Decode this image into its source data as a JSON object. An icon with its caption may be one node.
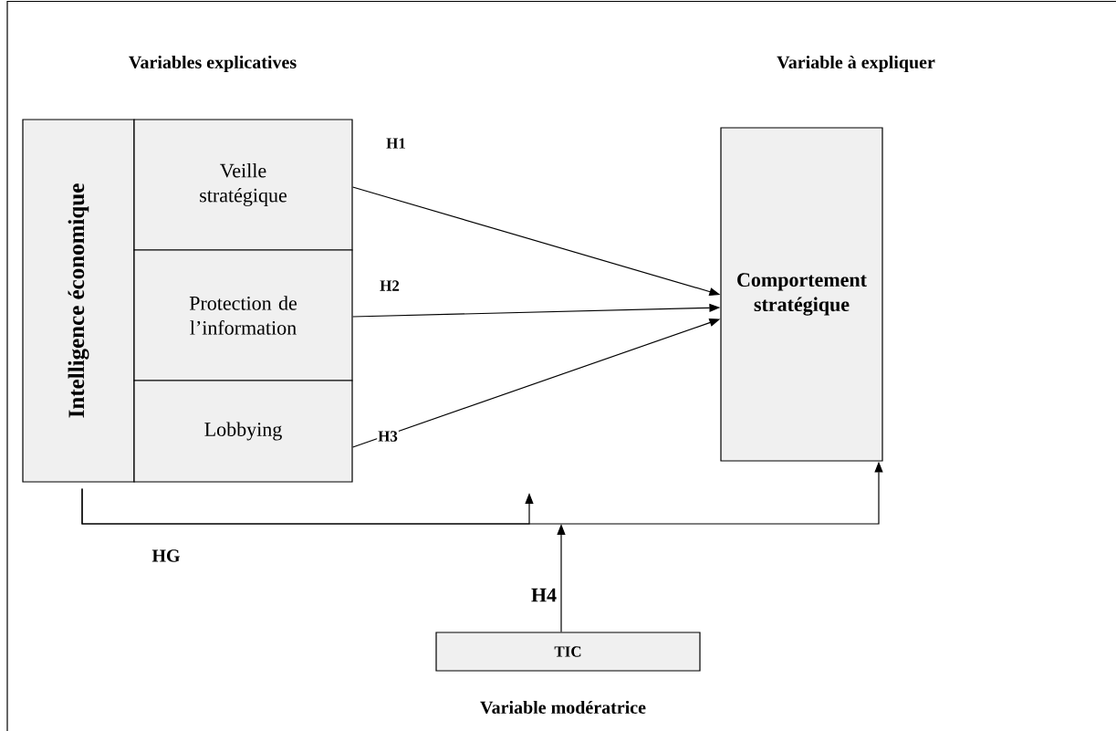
{
  "diagram": {
    "nodes": [
      {
        "text": [
          "Intelligence économique"
        ]
      },
      {
        "text": [
          "Veille stratégique"
        ]
      },
      {
        "text": [
          "Protection de l’information"
        ]
      },
      {
        "text": [
          "Lobbying"
        ]
      },
      {
        "text": [
          "Comportement stratégique"
        ]
      },
      {
        "text": [
          "TIC"
        ],
        "beside": [
          "Variable modératrice"
        ]
      }
    ],
    "edges": [
      {
        "from": 1,
        "to": 4,
        "arrow": "to",
        "label": "H1"
      },
      {
        "from": 2,
        "to": 4,
        "arrow": "to",
        "label": "H2"
      },
      {
        "from": 3,
        "to": 4,
        "arrow": "to",
        "label": "H3"
      },
      {
        "from": 0,
        "to": 4,
        "arrow": "to",
        "label": "HG"
      },
      {
        "from": 0,
        "to": null,
        "arrow": "to"
      },
      {
        "from": 5,
        "to": null,
        "arrow": "to",
        "label": "H4"
      }
    ],
    "labels": [
      "Variables explicatives",
      "Variable à expliquer"
    ]
  }
}
